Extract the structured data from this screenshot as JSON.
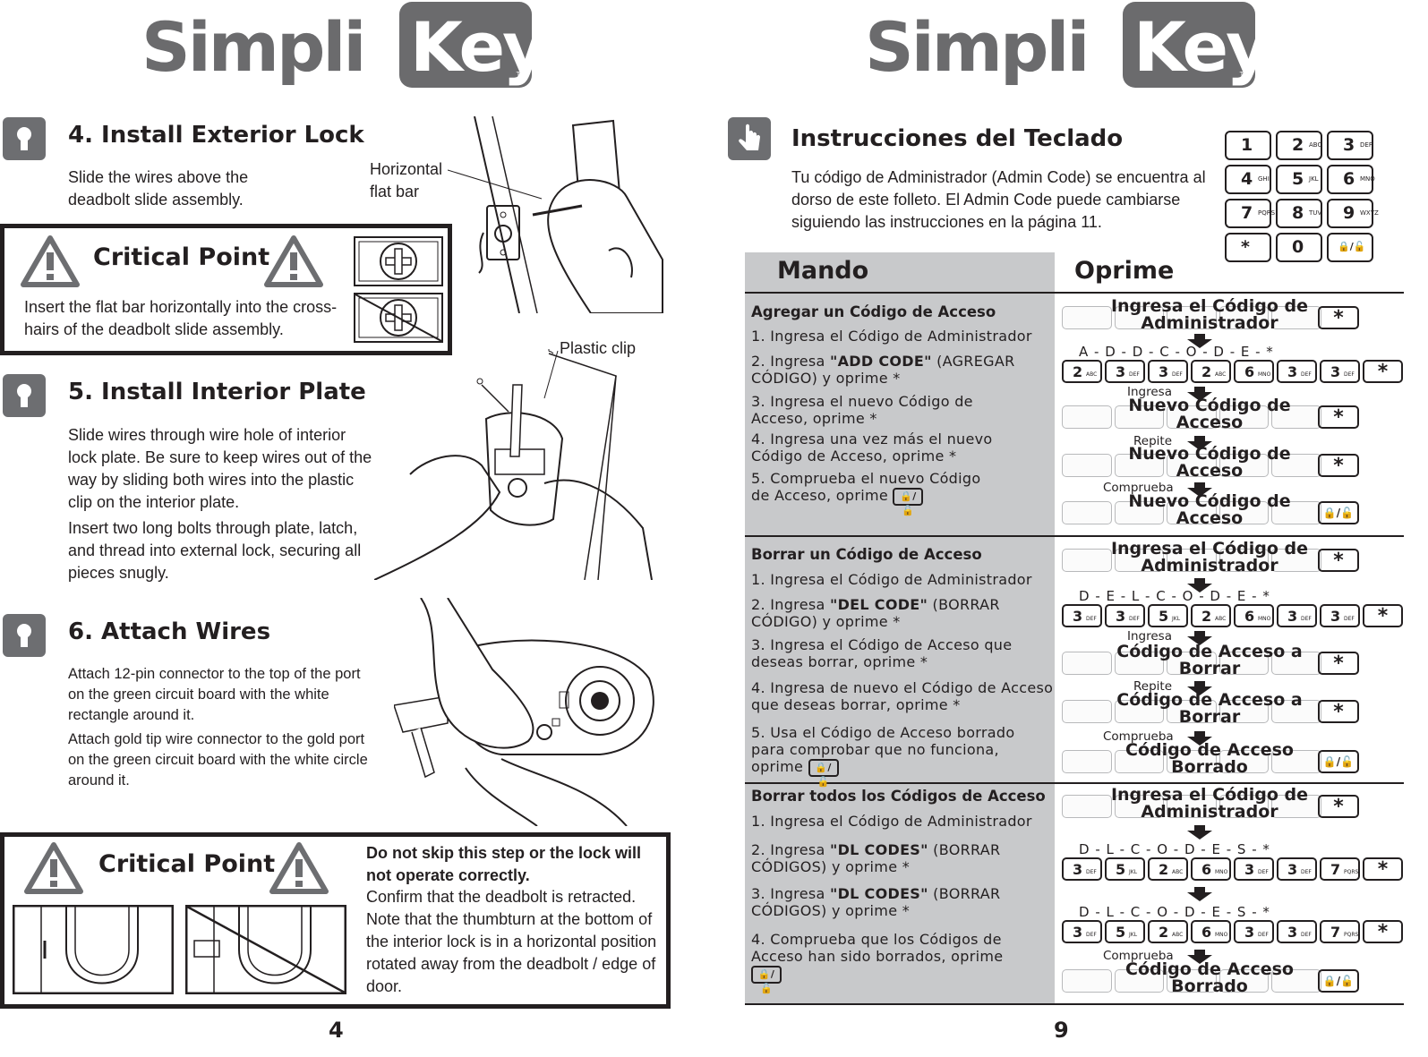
{
  "logo_text_a": "Simpli",
  "logo_text_b": "Key",
  "logo_tm": "TM",
  "left": {
    "section4": {
      "title": "4. Install Exterior Lock",
      "body": "Slide the wires above the deadbolt slide assembly.",
      "label_bar": "Horizontal flat bar"
    },
    "cp1": {
      "title": "Critical Point",
      "body": "Insert the flat bar horizontally into the cross-hairs of the deadbolt slide assembly."
    },
    "section5": {
      "title": "5. Install Interior Plate",
      "body1": "Slide wires through wire hole of interior lock plate.  Be sure to keep wires out of the way by sliding both wires into the plastic clip on the interior plate.",
      "body2": "Insert two long bolts through plate, latch, and thread into external lock, securing all pieces snugly.",
      "label_clip": "Plastic clip"
    },
    "section6": {
      "title": "6. Attach Wires",
      "body1": "Attach 12-pin connector to the top of the port on the green circuit board with the white rectangle around it.",
      "body2": "Attach gold tip wire connector to the gold port on the green circuit board with the white circle around it."
    },
    "cp2": {
      "title": "Critical Point",
      "bold": "Do not skip this step or the lock will not operate correctly.",
      "body": "Confirm that the deadbolt is retracted. Note that the thumbturn at the bottom of the interior lock is in a horizontal position rotated away from the deadbolt / edge of door."
    },
    "page_number": "4"
  },
  "right": {
    "title": "Instrucciones del Teclado",
    "intro": "Tu código de Administrador (Admin Code) se encuentra al dorso de este folleto. El Admin Code puede cambiarse siguiendo las instrucciones en la página 11.",
    "keypad": [
      {
        "n": "1",
        "l": ""
      },
      {
        "n": "2",
        "l": "ABC"
      },
      {
        "n": "3",
        "l": "DEF"
      },
      {
        "n": "4",
        "l": "GHI"
      },
      {
        "n": "5",
        "l": "JKL"
      },
      {
        "n": "6",
        "l": "MNO"
      },
      {
        "n": "7",
        "l": "PQRS"
      },
      {
        "n": "8",
        "l": "TUV"
      },
      {
        "n": "9",
        "l": "WXYZ"
      },
      {
        "n": "*",
        "l": ""
      },
      {
        "n": "0",
        "l": ""
      },
      {
        "n": "🔒/🔓",
        "l": ""
      }
    ],
    "col_mando": "Mando",
    "col_oprime": "Oprime",
    "add": {
      "title": "Agregar un Código de Acceso",
      "s1": "1. Ingresa el Código de Administrador",
      "s2a": "2. Ingresa ",
      "s2b": "\"ADD CODE\"",
      "s2c": " (AGREGAR CÓDIGO) y oprime *",
      "s3": "3. Ingresa el nuevo Código de Acceso, oprime *",
      "s4": "4. Ingresa una vez más el nuevo Código de Acceso, oprime *",
      "s5": "5. Comprueba el nuevo Código de Acceso, oprime",
      "d1": "Ingresa el Código de Administrador",
      "letters": "A - D - D - C - O - D - E - *",
      "tag_ingresa": "Ingresa",
      "d2": "Nuevo Código de Acceso",
      "tag_repite": "Repite",
      "d3": "Nuevo Código de Acceso",
      "tag_comprueba": "Comprueba",
      "d4": "Nuevo Código de Acceso"
    },
    "del": {
      "title": "Borrar un Código de Acceso",
      "s1": "1. Ingresa el Código de Administrador",
      "s2a": "2. Ingresa ",
      "s2b": "\"DEL CODE\"",
      "s2c": " (BORRAR CÓDIGO) y oprime *",
      "s3": "3. Ingresa el Código de Acceso que deseas borrar, oprime *",
      "s4": "4. Ingresa de nuevo el Código de Acceso que deseas borrar, oprime *",
      "s5": "5. Usa el Código de Acceso borrado para comprobar que no funciona, oprime",
      "d1": "Ingresa el Código de Administrador",
      "letters": "D - E - L - C - O - D - E - *",
      "tag_ingresa": "Ingresa",
      "d2": "Código de Acceso a Borrar",
      "tag_repite": "Repite",
      "d3": "Código de Acceso a Borrar",
      "tag_comprueba": "Comprueba",
      "d4": "Código de Acceso Borrado"
    },
    "delall": {
      "title": "Borrar todos los Códigos de Acceso",
      "s1": "1. Ingresa el Código de Administrador",
      "s2a": "2. Ingresa ",
      "s2b": "\"DL CODES\"",
      "s2c": " (BORRAR CÓDIGOS) y oprime *",
      "s3a": "3. Ingresa ",
      "s3b": "\"DL CODES\"",
      "s3c": " (BORRAR CÓDIGOS) y oprime *",
      "s4": "4. Comprueba que los Códigos de Acceso han sido borrados, oprime",
      "d1": "Ingresa el Código de Administrador",
      "letters": "D - L - C - O - D - E - S - *",
      "tag_comprueba": "Comprueba",
      "d4": "Código de Acceso Borrado"
    },
    "star": "*",
    "lock_symbol": "🔒/🔓",
    "seq_add": [
      [
        "2",
        "ABC"
      ],
      [
        "3",
        "DEF"
      ],
      [
        "3",
        "DEF"
      ],
      [
        "2",
        "ABC"
      ],
      [
        "6",
        "MNO"
      ],
      [
        "3",
        "DEF"
      ],
      [
        "3",
        "DEF"
      ]
    ],
    "seq_del": [
      [
        "3",
        "DEF"
      ],
      [
        "3",
        "DEF"
      ],
      [
        "5",
        "JKL"
      ],
      [
        "2",
        "ABC"
      ],
      [
        "6",
        "MNO"
      ],
      [
        "3",
        "DEF"
      ],
      [
        "3",
        "DEF"
      ]
    ],
    "seq_dl": [
      [
        "3",
        "DEF"
      ],
      [
        "5",
        "JKL"
      ],
      [
        "2",
        "ABC"
      ],
      [
        "6",
        "MNO"
      ],
      [
        "3",
        "DEF"
      ],
      [
        "3",
        "DEF"
      ],
      [
        "7",
        "PQRS"
      ]
    ],
    "page_number": "9"
  }
}
